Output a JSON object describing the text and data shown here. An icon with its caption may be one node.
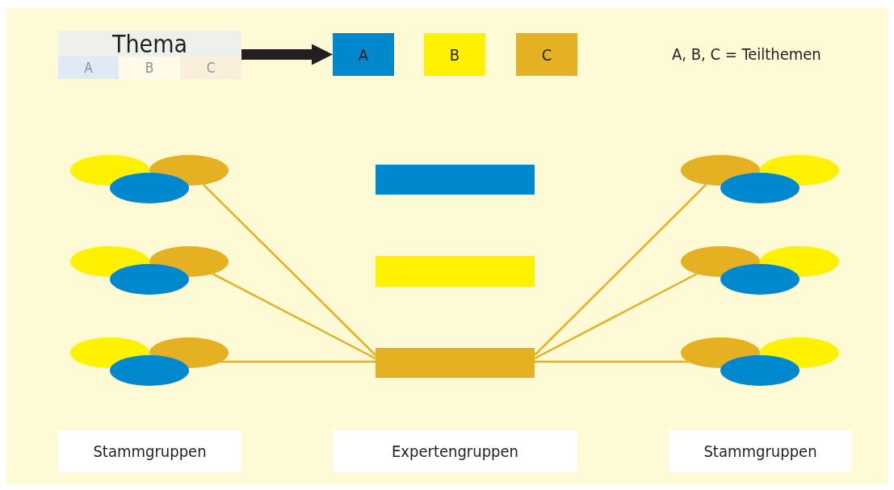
{
  "diagram": {
    "nodes": [
      {
        "text": [
          "Thema"
        ]
      },
      {
        "text": [
          "A"
        ],
        "in": 0
      },
      {
        "text": [
          "B"
        ],
        "in": 0
      },
      {
        "text": [
          "C"
        ],
        "in": 0
      },
      {
        "text": [
          "A"
        ]
      },
      {
        "text": [
          "B"
        ]
      },
      {
        "text": [
          "C"
        ]
      },
      {
        "text": [],
        "shape": "ellipse"
      },
      {
        "text": [],
        "shape": "ellipse"
      },
      {
        "text": [],
        "shape": "ellipse"
      },
      {
        "text": [],
        "shape": "ellipse"
      },
      {
        "text": [],
        "shape": "ellipse"
      },
      {
        "text": [],
        "shape": "ellipse"
      },
      {
        "text": [],
        "shape": "ellipse"
      },
      {
        "text": [],
        "shape": "ellipse"
      },
      {
        "text": [],
        "shape": "ellipse"
      },
      {
        "text": [],
        "shape": "bar"
      },
      {
        "text": [],
        "shape": "bar"
      },
      {
        "text": [],
        "shape": "bar"
      },
      {
        "text": [],
        "shape": "ellipse"
      },
      {
        "text": [],
        "shape": "ellipse"
      },
      {
        "text": [],
        "shape": "ellipse"
      },
      {
        "text": [],
        "shape": "ellipse"
      },
      {
        "text": [],
        "shape": "ellipse"
      },
      {
        "text": [],
        "shape": "ellipse"
      },
      {
        "text": [],
        "shape": "ellipse"
      },
      {
        "text": [],
        "shape": "ellipse"
      },
      {
        "text": [],
        "shape": "ellipse"
      },
      {
        "text": [
          "Stammgruppen"
        ]
      },
      {
        "text": [
          "Expertengruppen"
        ]
      },
      {
        "text": [
          "Stammgruppen"
        ]
      }
    ],
    "edges": [
      {
        "from": 0,
        "to": 4,
        "arrow": "to",
        "style": "thick",
        "color": "#231f20"
      },
      {
        "from": 8,
        "to": 18,
        "arrow": "none"
      },
      {
        "from": 11,
        "to": 18,
        "arrow": "none"
      },
      {
        "from": 14,
        "to": 18,
        "arrow": "none"
      },
      {
        "from": 19,
        "to": 18,
        "arrow": "none"
      },
      {
        "from": 22,
        "to": 18,
        "arrow": "none"
      },
      {
        "from": 25,
        "to": 18,
        "arrow": "none"
      }
    ],
    "labels": [
      "A, B, C = Teilthemen"
    ]
  }
}
